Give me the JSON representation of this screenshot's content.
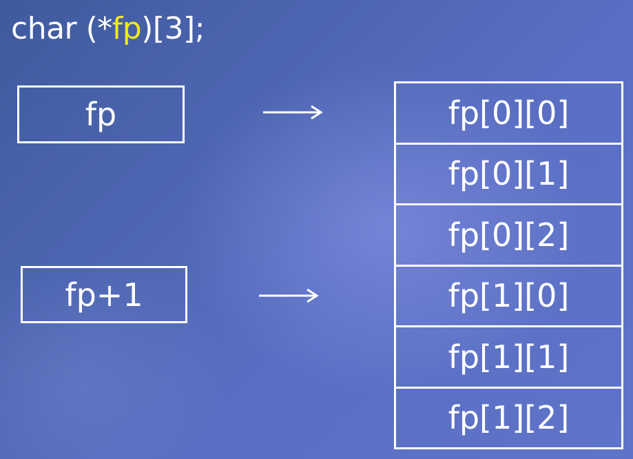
{
  "declaration": {
    "prefix": "char (*",
    "highlight": "fp",
    "suffix": ")[3];"
  },
  "pointer_boxes": [
    {
      "label": "fp"
    },
    {
      "label": "fp+1"
    }
  ],
  "memory_cells": [
    "fp[0][0]",
    "fp[0][1]",
    "fp[0][2]",
    "fp[1][0]",
    "fp[1][1]",
    "fp[1][2]"
  ],
  "colors": {
    "background": "#4f67b3",
    "text": "#ffffff",
    "highlight": "#f2ea1a"
  },
  "icons": [
    "right-arrow-icon",
    "right-arrow-icon"
  ]
}
